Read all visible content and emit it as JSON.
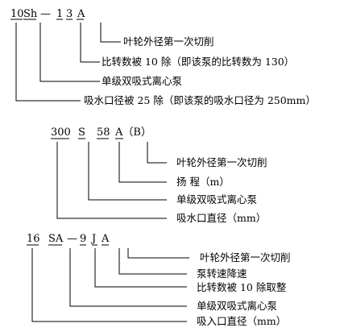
{
  "diagrams": [
    {
      "code": [
        "10",
        "Sh",
        "—",
        "1",
        "3",
        "A"
      ],
      "labels": [
        "叶轮外径第一次切削",
        "比转数被 10 除（即该泵的比转数为 130）",
        "单级双吸式离心泵",
        "吸水口径被 25 除（即该泵的吸水口径为 250mm）"
      ]
    },
    {
      "code": [
        "300",
        "S",
        "58",
        "A（B）"
      ],
      "labels": [
        "叶轮外径第一次切削",
        "扬 程（m）",
        "单级双吸式离心泵",
        "吸水口直径（mm）"
      ]
    },
    {
      "code": [
        "16",
        "SA",
        "—",
        "9",
        "J",
        "A"
      ],
      "labels": [
        "叶轮外径第一次切削",
        "泵转速降速",
        "比转数被 10 除取整",
        "单级双吸式离心泵",
        "吸入口直径（mm）"
      ]
    }
  ]
}
